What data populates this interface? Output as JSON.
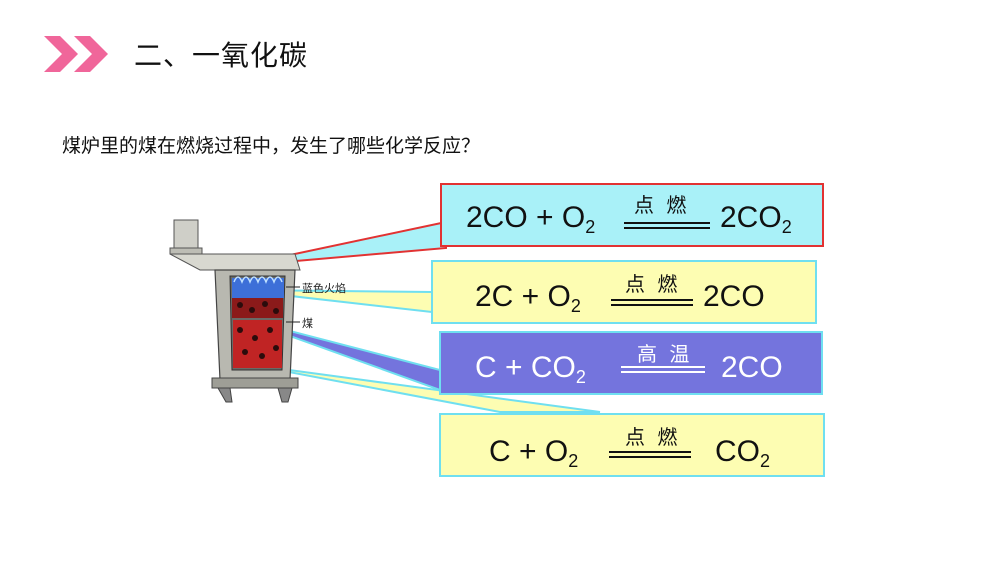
{
  "title": "二、一氧化碳",
  "question": "煤炉里的煤在燃烧过程中，发生了哪些化学反应？",
  "stove": {
    "label_flame": "蓝色火焰",
    "label_coal": "煤"
  },
  "equations": [
    {
      "left": "2CO + O",
      "left_sub": "2",
      "condition": "点 燃",
      "right": "2CO",
      "right_sub": "2"
    },
    {
      "left": "2C + O",
      "left_sub": "2",
      "condition": "点 燃",
      "right": "2CO",
      "right_sub": ""
    },
    {
      "left": "C +  CO",
      "left_sub": "2",
      "condition": "高 温",
      "right": "2CO",
      "right_sub": ""
    },
    {
      "left": "C + O",
      "left_sub": "2",
      "condition": "点 燃",
      "right": "CO",
      "right_sub": "2"
    }
  ],
  "colors": {
    "accent_arrows": "#f0669a",
    "box1_bg": "#a9f1f8",
    "box1_border": "#e23232",
    "box2_bg": "#fdfdb2",
    "box3_bg": "#7474dd",
    "box4_bg": "#fdfdb2",
    "box_border": "#6fdff0"
  }
}
